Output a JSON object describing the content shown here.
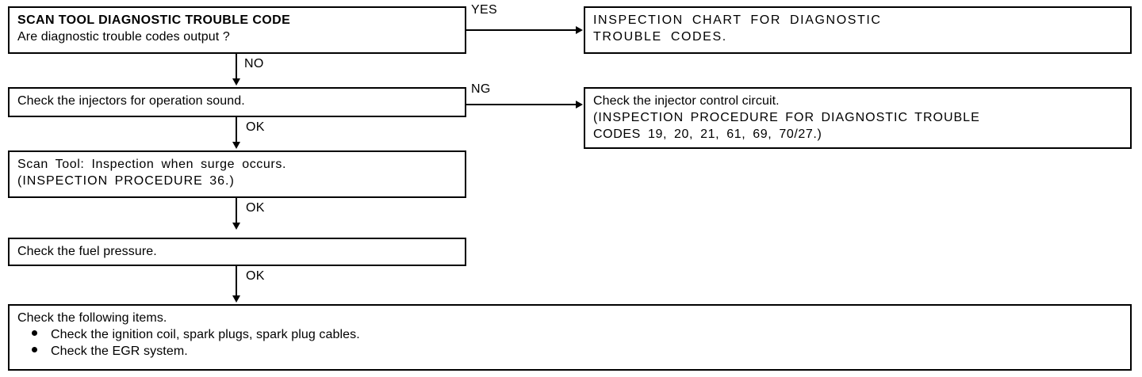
{
  "diagram": {
    "title": "Scan Tool Diagnostic Trouble Code Flowchart",
    "ink_color": "#000000",
    "background_color": "#ffffff"
  },
  "boxes": {
    "start": {
      "heading": "SCAN TOOL DIAGNOSTIC TROUBLE CODE",
      "question": "Are diagnostic trouble codes output ?"
    },
    "inspection_chart": {
      "line1": "INSPECTION CHART FOR DIAGNOSTIC",
      "line2": "TROUBLE CODES."
    },
    "check_injectors": {
      "line1": "Check the injectors for operation sound."
    },
    "injector_control_circuit": {
      "line1": "Check the injector control circuit.",
      "line2": "(INSPECTION PROCEDURE FOR DIAGNOSTIC TROUBLE",
      "line3": "CODES 19, 20, 21, 61, 69, 70/27.)"
    },
    "scan_tool_surge": {
      "line1": "Scan Tool: Inspection when surge occurs.",
      "line2": "(INSPECTION PROCEDURE 36.)"
    },
    "fuel_pressure": {
      "line1": "Check the fuel pressure."
    },
    "following_items": {
      "line1": "Check the following items.",
      "bullets": [
        "Check the ignition coil, spark plugs, spark plug cables.",
        "Check the EGR system."
      ]
    }
  },
  "edges": {
    "yes": "YES",
    "no": "NO",
    "ng": "NG",
    "ok_1": "OK",
    "ok_2": "OK",
    "ok_3": "OK"
  }
}
